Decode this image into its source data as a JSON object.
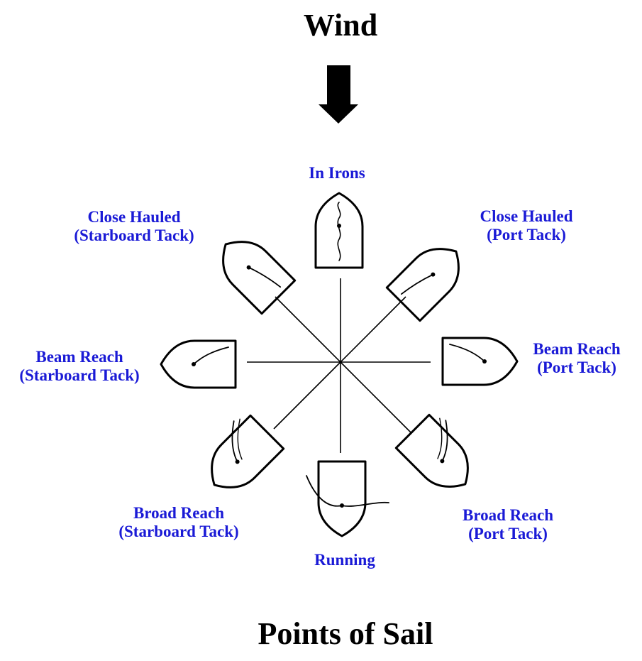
{
  "header": {
    "title": "Wind"
  },
  "footer": {
    "title": "Points of Sail"
  },
  "colors": {
    "label": "#1a1ad6",
    "ink": "#000000",
    "background": "#ffffff"
  },
  "icons": {
    "wind": "arrow-down-icon",
    "boat": "sailboat-icon"
  },
  "points": {
    "in_irons": {
      "line1": "In Irons"
    },
    "close_hauled_starboard": {
      "line1": "Close Hauled",
      "line2": "(Starboard Tack)"
    },
    "close_hauled_port": {
      "line1": "Close Hauled",
      "line2": "(Port Tack)"
    },
    "beam_reach_starboard": {
      "line1": "Beam Reach",
      "line2": "(Starboard Tack)"
    },
    "beam_reach_port": {
      "line1": "Beam Reach",
      "line2": "(Port Tack)"
    },
    "broad_reach_starboard": {
      "line1": "Broad Reach",
      "line2": "(Starboard Tack)"
    },
    "broad_reach_port": {
      "line1": "Broad Reach",
      "line2": "(Port Tack)"
    },
    "running": {
      "line1": "Running"
    }
  }
}
